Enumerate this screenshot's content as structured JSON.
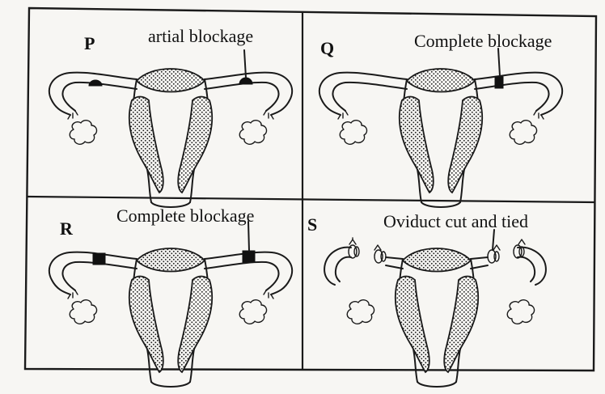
{
  "panels": [
    {
      "id": "P",
      "letter": "P",
      "caption": "artial blockage",
      "blockage": "partial"
    },
    {
      "id": "Q",
      "letter": "Q",
      "caption": "Complete blockage",
      "blockage": "complete-right"
    },
    {
      "id": "R",
      "letter": "R",
      "caption": "Complete blockage",
      "blockage": "complete-both"
    },
    {
      "id": "S",
      "letter": "S",
      "caption": "Oviduct cut and tied",
      "blockage": "cut-and-tied"
    }
  ]
}
